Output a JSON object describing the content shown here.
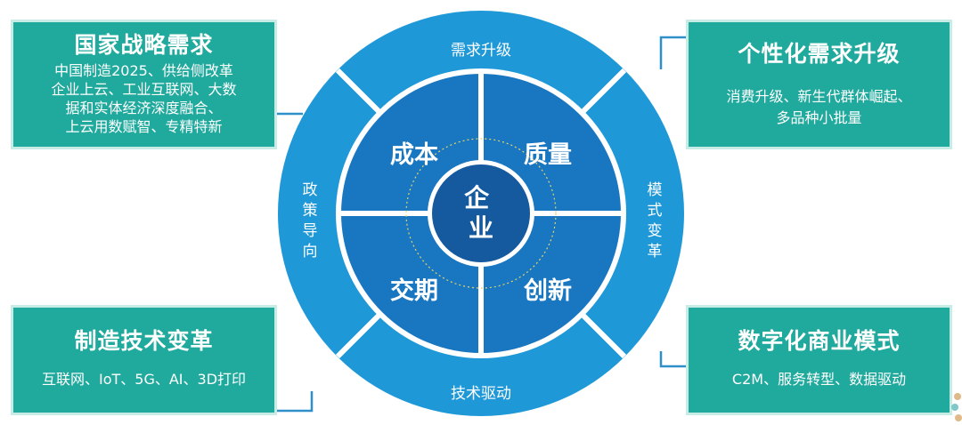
{
  "colors": {
    "box_fill": "#20a99d",
    "box_border": "#c7ece6",
    "outer_ring": "#1f98d8",
    "quadrant": "#1976c0",
    "center": "#155a9f",
    "connector": "#2f8fc9"
  },
  "center": {
    "label": "企\n业"
  },
  "quadrants": {
    "top_left": "成本",
    "top_right": "质量",
    "bottom_left": "交期",
    "bottom_right": "创新"
  },
  "ring": {
    "top": "需求升级",
    "bottom": "技术驱动",
    "left": [
      "政",
      "策",
      "导",
      "向"
    ],
    "right": [
      "模",
      "式",
      "变",
      "革"
    ]
  },
  "boxes": {
    "top_left": {
      "title": "国家战略需求",
      "lines": [
        "中国制造2025、供给侧改革",
        "企业上云、工业互联网、大数",
        "据和实体经济深度融合、",
        "上云用数赋智、专精特新"
      ]
    },
    "top_right": {
      "title": "个性化需求升级",
      "lines": [
        "消费升级、新生代群体崛起、",
        "多品种小批量"
      ]
    },
    "bottom_left": {
      "title": "制造技术变革",
      "lines": [
        "互联网、IoT、5G、AI、3D打印"
      ]
    },
    "bottom_right": {
      "title": "数字化商业模式",
      "lines": [
        "C2M、服务转型、数据驱动"
      ]
    }
  }
}
